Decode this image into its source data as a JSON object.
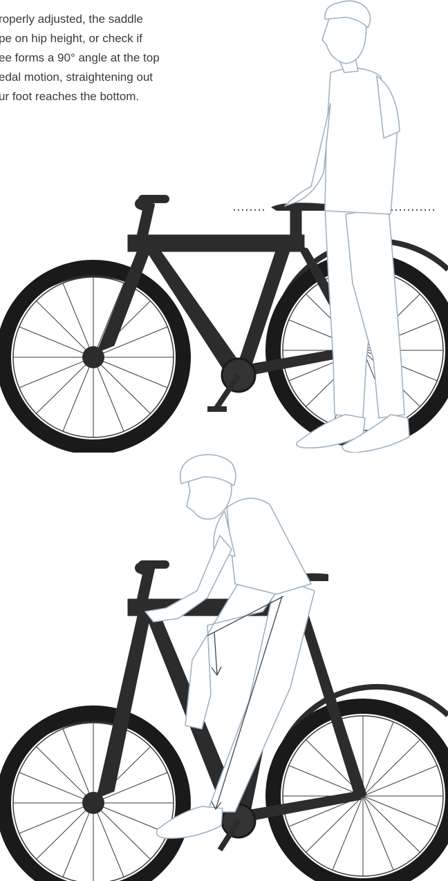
{
  "intro_lines": [
    "roperly adjusted, the saddle",
    "pe on hip height, or check if",
    "ee forms a 90° angle at the top",
    "edal motion, straightening out",
    "ur foot reaches the bottom."
  ],
  "colors": {
    "bike": "#2c2c2c",
    "tire": "#1a1a1a",
    "rider_outline": "#9db3c4",
    "guide_line": "#4a4f57",
    "text": "#3a3a3a"
  }
}
